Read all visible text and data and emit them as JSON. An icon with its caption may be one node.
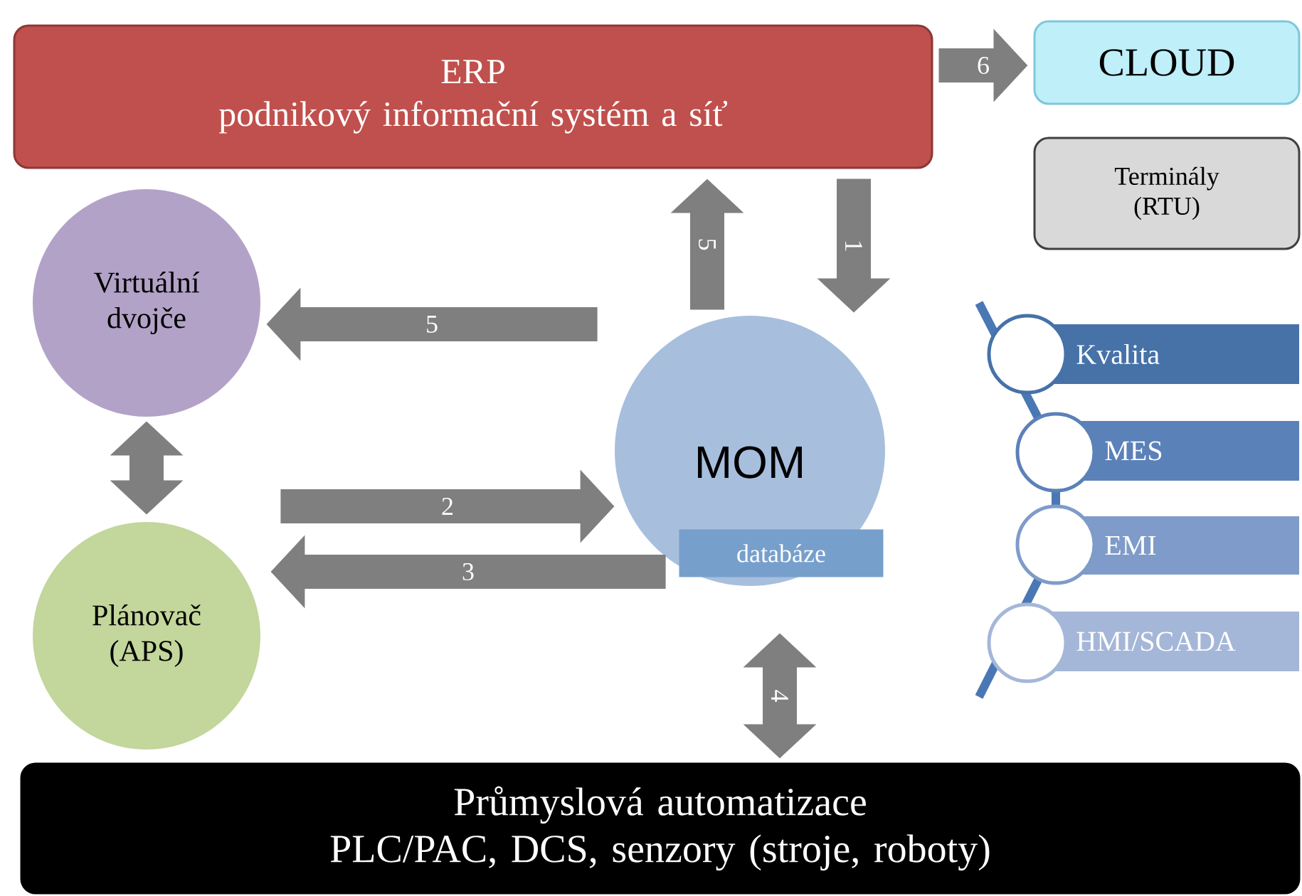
{
  "diagram": {
    "nodes": [
      {
        "text": [
          "ERP",
          "podnikový informační systém a síť"
        ]
      },
      {
        "text": [
          "CLOUD"
        ]
      },
      {
        "text": [
          "Terminály (RTU)"
        ]
      },
      {
        "text": [
          "Virtuální dvojče"
        ]
      },
      {
        "text": [
          "MOM"
        ]
      },
      {
        "text": [
          "databáze"
        ],
        "in": 4
      },
      {
        "text": [
          "Kvalita"
        ]
      },
      {
        "text": [
          "MES"
        ]
      },
      {
        "text": [
          "EMI"
        ]
      },
      {
        "text": [
          "HMI/SCADA"
        ]
      },
      {
        "text": [
          "Plánovač (APS)"
        ]
      },
      {
        "text": [
          "Průmyslová automatizace",
          "PLC/PAC, DCS, senzory (stroje, roboty)"
        ]
      }
    ],
    "edges": [
      {
        "from": 0,
        "to": 1,
        "arrow": "to",
        "label": "6"
      },
      {
        "from": 4,
        "to": 0,
        "arrow": "to",
        "label": "5"
      },
      {
        "from": 0,
        "to": 4,
        "arrow": "to",
        "label": "1"
      },
      {
        "from": 4,
        "to": 3,
        "arrow": "to",
        "label": "5"
      },
      {
        "from": 3,
        "to": 10,
        "arrow": "both"
      },
      {
        "from": 10,
        "to": 4,
        "arrow": "to",
        "label": "2"
      },
      {
        "from": 4,
        "to": 10,
        "arrow": "to",
        "label": "3"
      },
      {
        "from": 4,
        "to": 11,
        "arrow": "both",
        "label": "4"
      }
    ]
  }
}
